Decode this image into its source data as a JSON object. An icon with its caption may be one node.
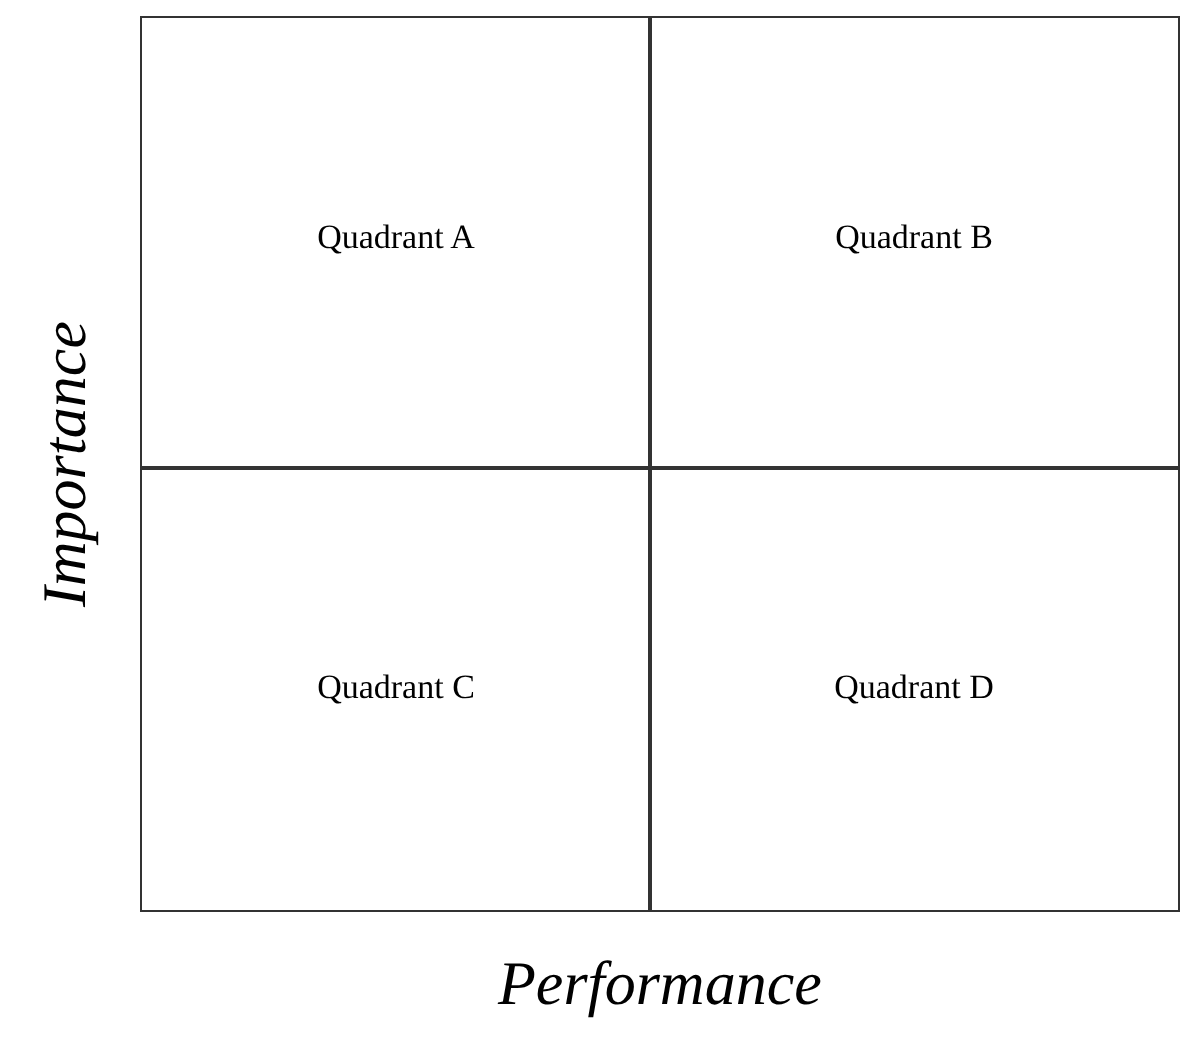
{
  "diagram": {
    "nodes": [
      {
        "text": [
          "Quadrant A"
        ]
      },
      {
        "text": [
          "Quadrant B"
        ]
      },
      {
        "text": [
          "Quadrant C"
        ]
      },
      {
        "text": [
          "Quadrant D"
        ]
      }
    ],
    "edges": [],
    "labels": [
      "Importance",
      "Performance"
    ]
  }
}
